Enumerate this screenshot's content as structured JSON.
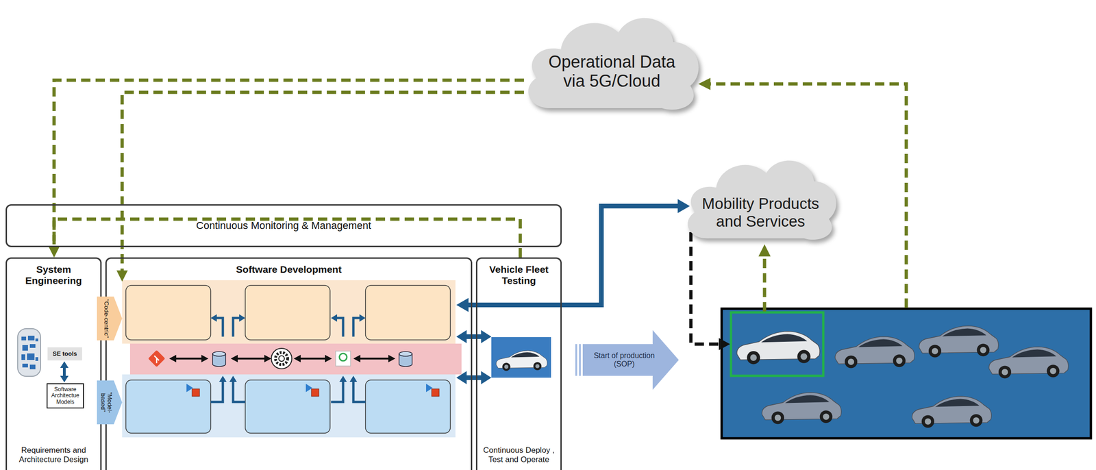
{
  "diagram": {
    "nodes": [
      {
        "text": [
          "Operational Data via 5G/Cloud"
        ]
      },
      {
        "text": [
          "Mobility Products and Services"
        ]
      },
      {
        "text": [
          "Continuous Monitoring & Management"
        ]
      },
      {
        "text": [
          "System Engineering",
          "Requirements and Architecture Design"
        ]
      },
      {
        "text": [
          "SE tools"
        ],
        "in": 3
      },
      {
        "text": [
          "Software Architectue Models"
        ],
        "in": 3
      },
      {
        "text": [
          "Software Development"
        ]
      },
      {
        "text": [
          "\"Code-centric\""
        ],
        "in": 6
      },
      {
        "text": [
          "\"Model-based\""
        ],
        "in": 6
      },
      {
        "text": [
          "Vehicle Fleet Testing",
          "Continuous Deploy , Test and Operate"
        ]
      },
      {
        "text": [
          "Start of production (SOP)"
        ]
      }
    ],
    "edges": [
      {
        "from": 6,
        "to": 1,
        "arrow": "both"
      },
      {
        "from": 6,
        "to": 9,
        "arrow": "both"
      },
      {
        "from": 6,
        "to": 9,
        "arrow": "both"
      },
      {
        "from": 0,
        "to": 3,
        "arrow": "to"
      },
      {
        "from": 0,
        "to": 6,
        "arrow": "to"
      },
      {
        "from": 9,
        "to": 3,
        "arrow": "to"
      }
    ]
  }
}
